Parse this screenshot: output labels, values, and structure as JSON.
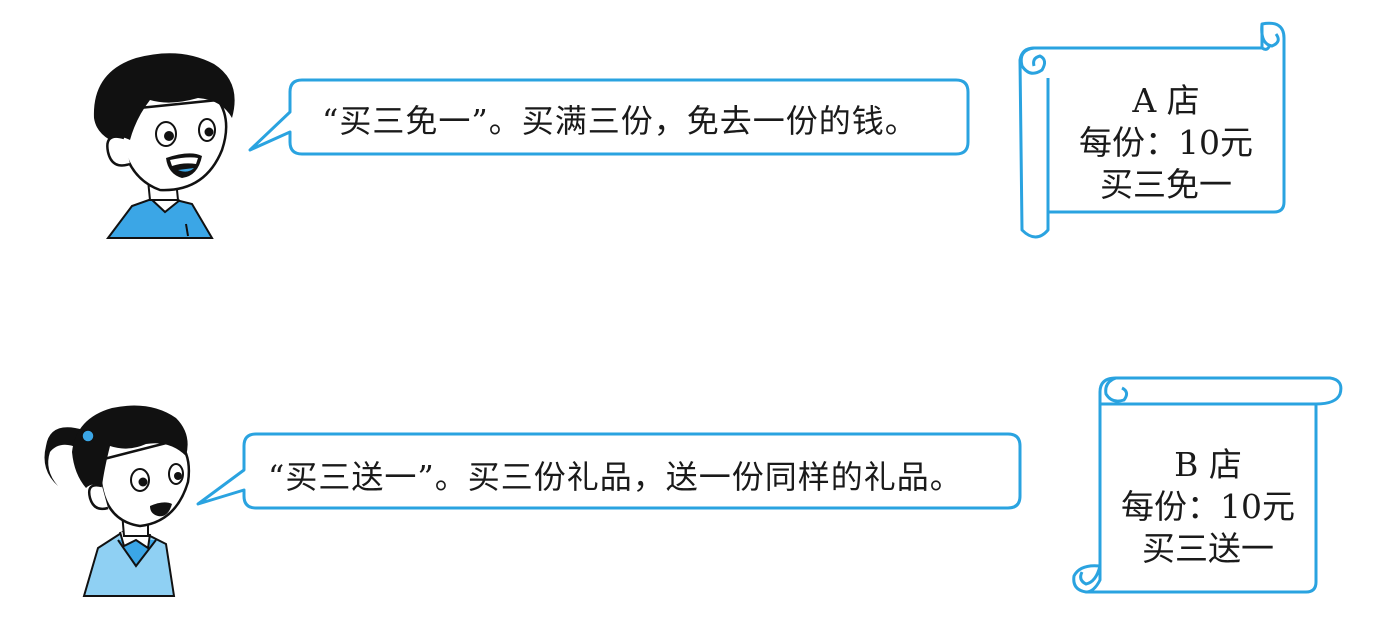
{
  "colors": {
    "outline": "#2aa3e0",
    "shirt_blue": "#3ba6e6",
    "shirt_light": "#8fd0f3",
    "skin": "#ffffff",
    "hair": "#111111"
  },
  "speech": {
    "boy": "“买三免一”。买满三份，免去一份的钱。",
    "girl": "“买三送一”。买三份礼品，送一份同样的礼品。"
  },
  "signs": {
    "a": {
      "title": "A 店",
      "price": "每份：10元",
      "deal": "买三免一"
    },
    "b": {
      "title": "B 店",
      "price": "每份：10元",
      "deal": "买三送一"
    }
  },
  "icons": {
    "boy": "boy-icon",
    "girl": "girl-icon",
    "scroll": "scroll-icon"
  }
}
